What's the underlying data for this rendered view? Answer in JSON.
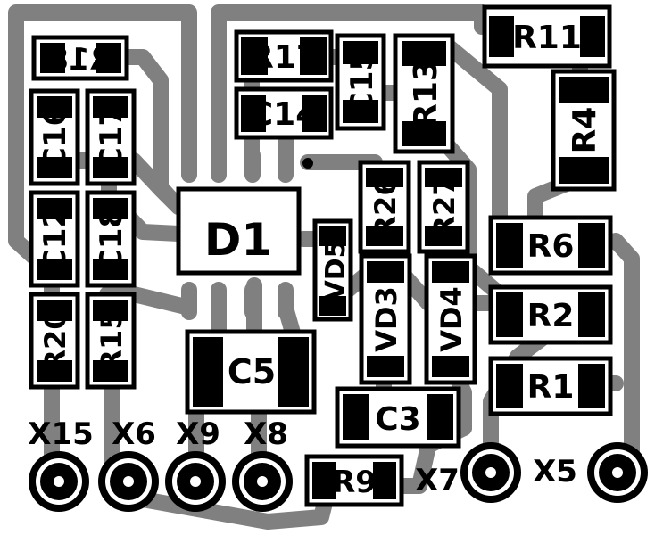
{
  "colors": {
    "background": "#ffffff",
    "trace": "#808080",
    "pad": "#000000",
    "outline": "#000000",
    "label": "#000000"
  },
  "components": {
    "R18": "R18",
    "R17": "R17",
    "C15": "C15",
    "R13": "R13",
    "R11": "R11",
    "C16": "C16",
    "C17": "C17",
    "C14": "C14",
    "R4": "R4",
    "C12": "C12",
    "C18": "C18",
    "D1": "D1",
    "VD5": "VD5",
    "R26": "R26",
    "R27": "R27",
    "R6": "R6",
    "R2": "R2",
    "R1": "R1",
    "VD3": "VD3",
    "VD4": "VD4",
    "R20": "R20",
    "R15": "R15",
    "C5": "C5",
    "C3": "C3",
    "R9": "R9"
  },
  "connectors": {
    "X15": "X15",
    "X6": "X6",
    "X9": "X9",
    "X8": "X8",
    "X7": "X7",
    "X5": "X5"
  }
}
